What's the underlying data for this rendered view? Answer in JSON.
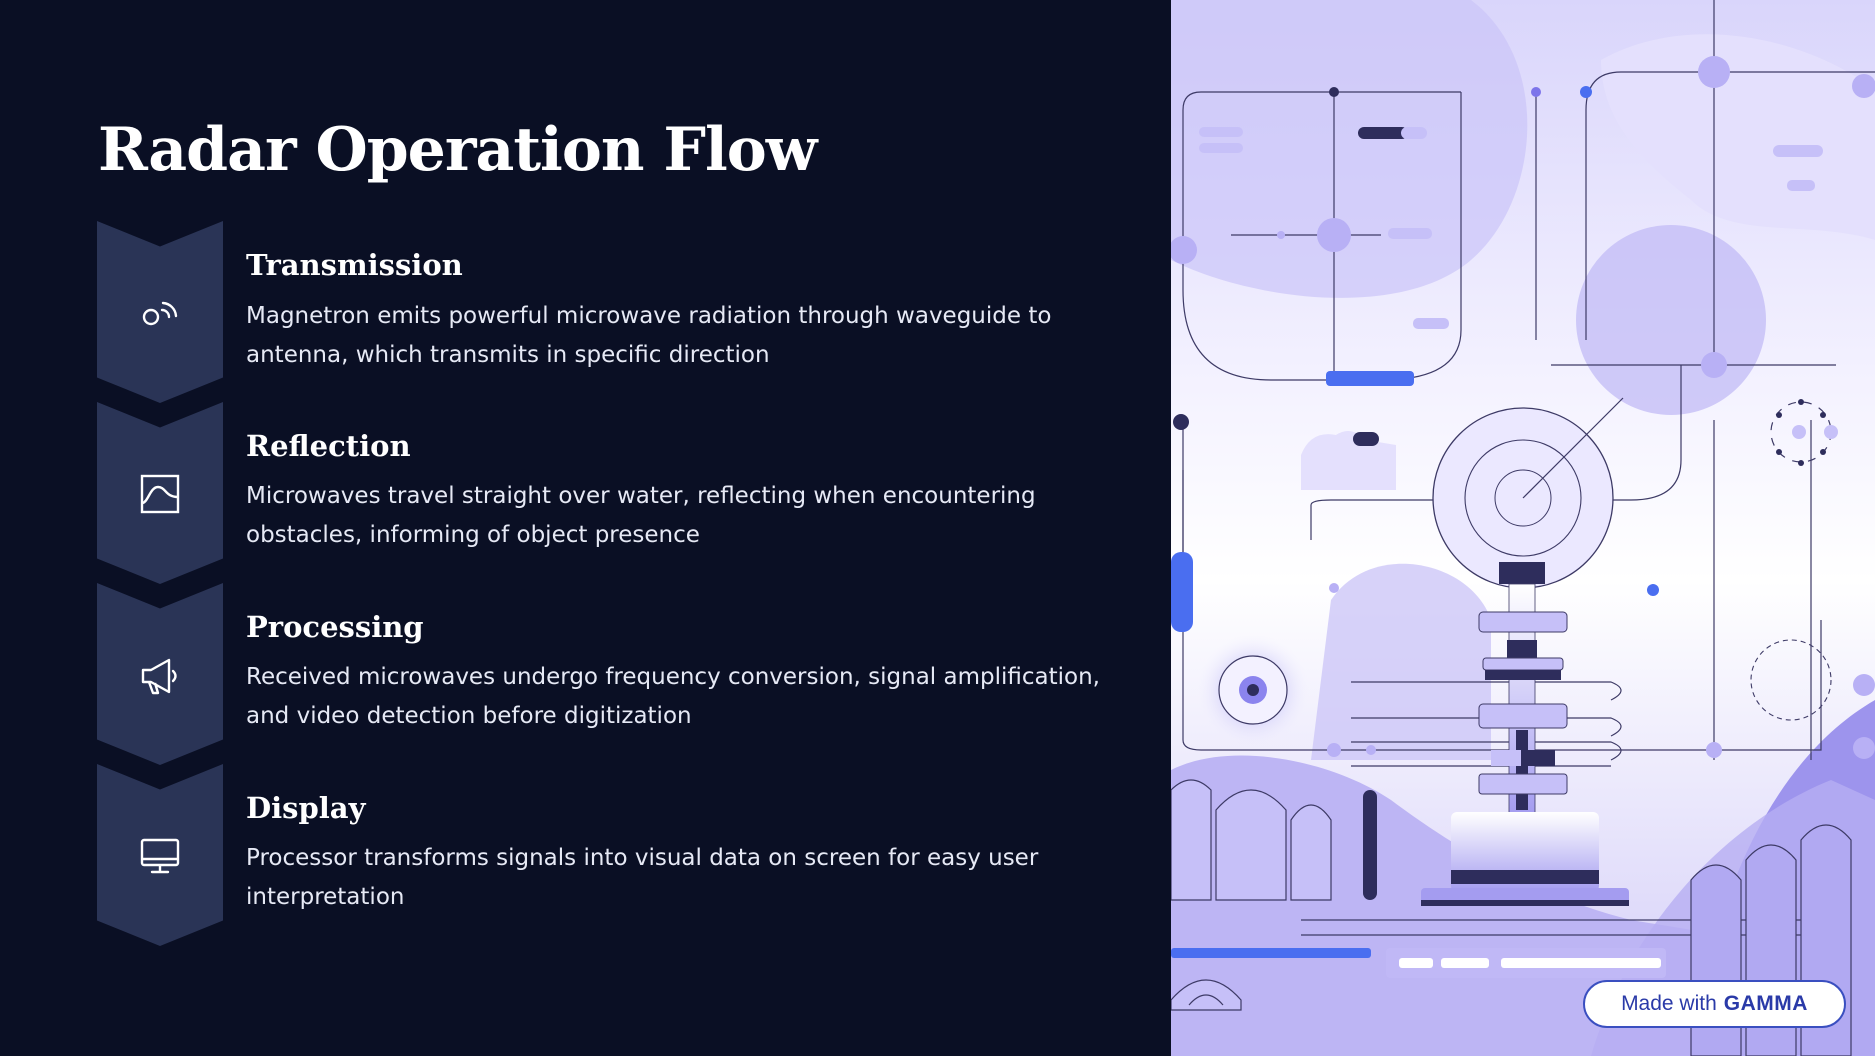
{
  "slide": {
    "title": "Radar Operation Flow"
  },
  "steps": [
    {
      "title": "Transmission",
      "description": "Magnetron emits powerful microwave radiation through waveguide to antenna, which transmits in specific direction",
      "icon": "broadcast-signal-icon"
    },
    {
      "title": "Reflection",
      "description": "Microwaves travel straight over water, reflecting when encountering obstacles, informing of object presence",
      "icon": "wave-frame-icon"
    },
    {
      "title": "Processing",
      "description": "Received microwaves undergo frequency conversion, signal amplification, and video detection before digitization",
      "icon": "megaphone-icon"
    },
    {
      "title": "Display",
      "description": "Processor transforms signals into visual data on screen for easy user interpretation",
      "icon": "monitor-icon"
    }
  ],
  "badge": {
    "prefix": "Made with",
    "brand": "GAMMA"
  },
  "colors": {
    "background": "#0a0f24",
    "chevron": "#2a3456",
    "text": "#ffffff",
    "illustration_light": "#c9c3f7",
    "illustration_accent": "#4a6ef0",
    "illustration_dark": "#2e2d5c"
  }
}
